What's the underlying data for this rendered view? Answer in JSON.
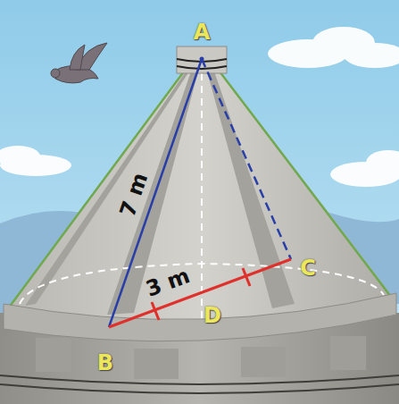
{
  "diagram": {
    "labels": [
      "A",
      "7 m",
      "C",
      "3 m",
      "D",
      "B"
    ]
  }
}
